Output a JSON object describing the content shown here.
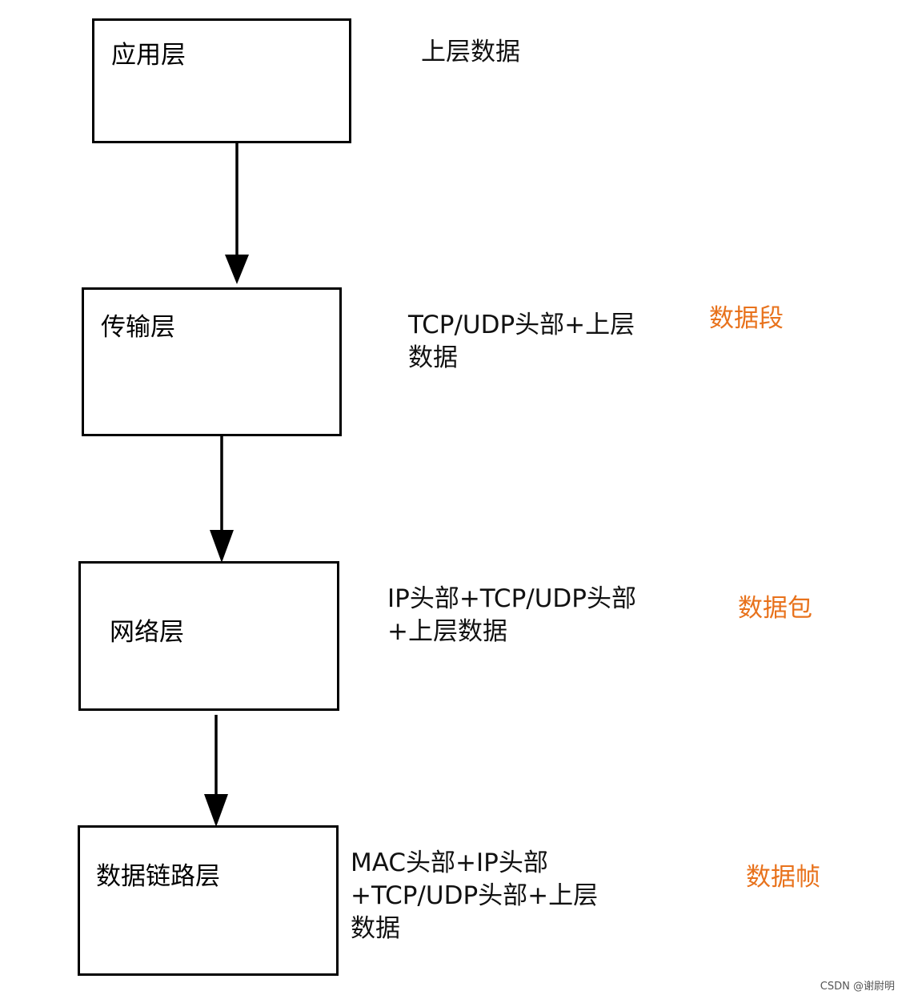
{
  "layers": [
    {
      "name": "应用层",
      "lines": [
        "上层数据"
      ],
      "unit": ""
    },
    {
      "name": "传输层",
      "lines": [
        "TCP/UDP头部+上层",
        "数据"
      ],
      "unit": "数据段"
    },
    {
      "name": "网络层",
      "lines": [
        "IP头部+TCP/UDP头部",
        "+上层数据"
      ],
      "unit": "数据包"
    },
    {
      "name": "数据链路层",
      "lines": [
        "MAC头部+IP头部",
        "+TCP/UDP头部+上层",
        "数据"
      ],
      "unit": "数据帧"
    }
  ],
  "colors": {
    "unit_text": "#e8721c",
    "line": "#000000"
  },
  "watermark": "CSDN @谢尉明"
}
